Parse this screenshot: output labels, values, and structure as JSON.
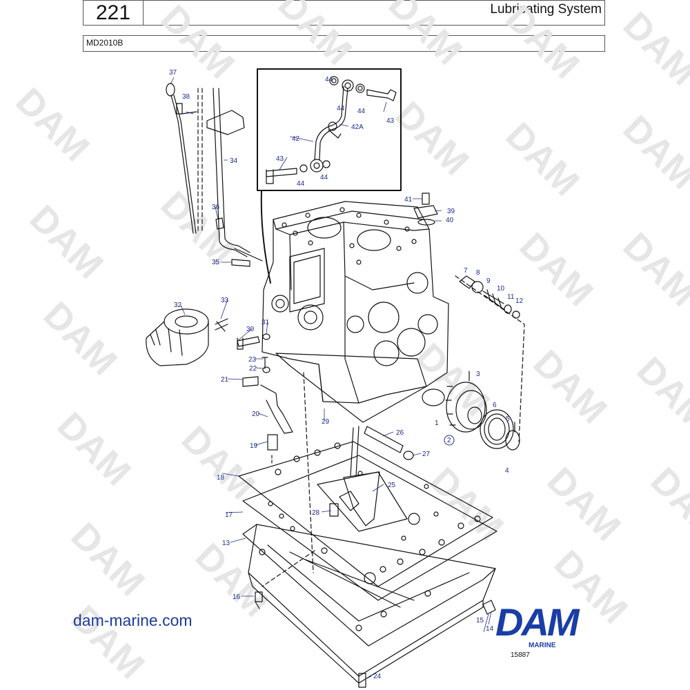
{
  "header": {
    "page_number": "221",
    "title": "Lubricating System",
    "model": "MD2010B"
  },
  "watermark": {
    "text": "DAM"
  },
  "diagram": {
    "callouts": [
      "1",
      "2",
      "3",
      "4",
      "5",
      "6",
      "7",
      "8",
      "9",
      "10",
      "11",
      "12",
      "13",
      "14",
      "15",
      "16",
      "17",
      "18",
      "19",
      "20",
      "21",
      "22",
      "23",
      "24",
      "25",
      "26",
      "27",
      "28",
      "29",
      "30",
      "31",
      "32",
      "33",
      "34",
      "35",
      "36",
      "37",
      "38",
      "39",
      "40",
      "41",
      "42",
      "42A",
      "43",
      "44"
    ],
    "inset_callouts": [
      "42",
      "42A",
      "43",
      "44"
    ]
  },
  "footer": {
    "website": "dam-marine.com",
    "logo_text": "DAM",
    "logo_subtext": "MARINE",
    "drawing_number": "15887"
  },
  "colors": {
    "callout": "#1a2a8a",
    "brand": "#1a3da6",
    "line": "#111111",
    "watermark": "#e6e6e6"
  }
}
